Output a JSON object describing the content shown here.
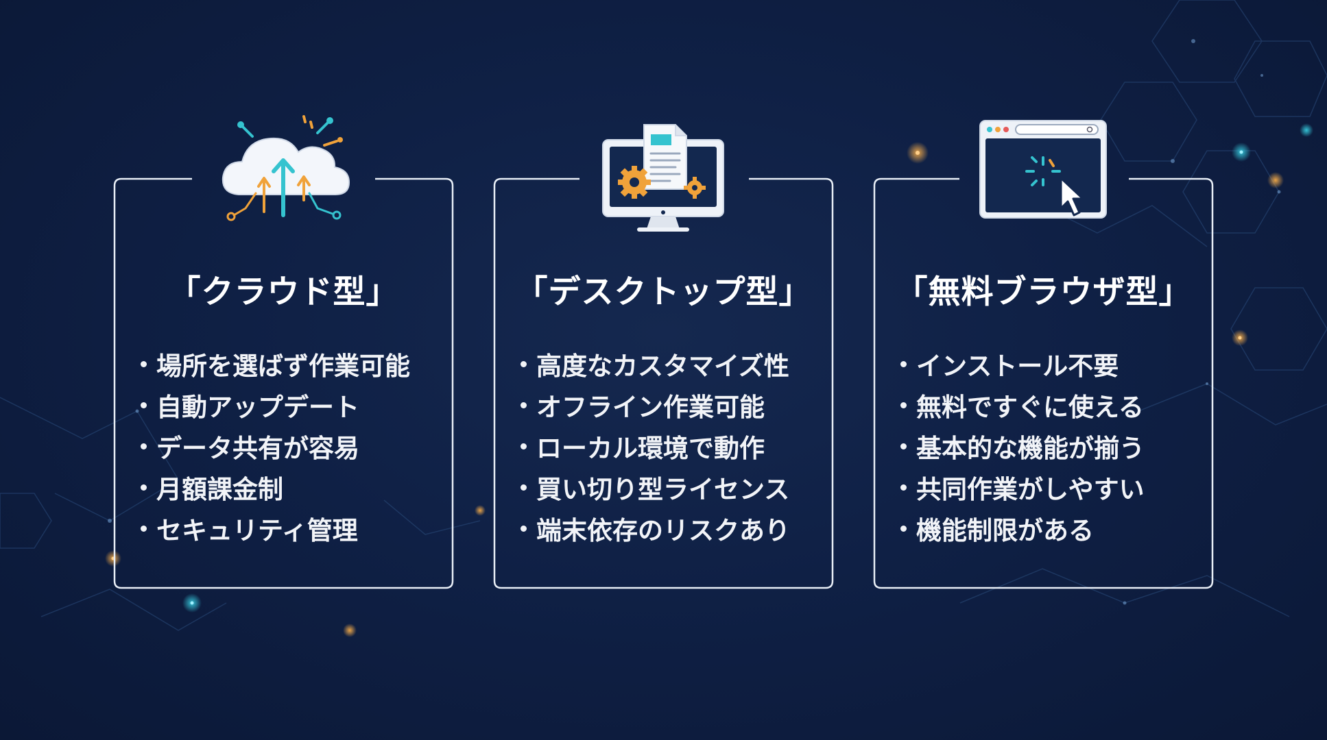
{
  "colors": {
    "background": "#0f2045",
    "card_border": "#e8eef6",
    "text": "#ffffff",
    "accent_cyan": "#35c3cf",
    "accent_orange": "#f0a23a"
  },
  "cards": [
    {
      "icon": "cloud-upload-icon",
      "title": "「クラウド型」",
      "features": [
        "場所を選ばず作業可能",
        "自動アップデート",
        "データ共有が容易",
        "月額課金制",
        "セキュリティ管理"
      ]
    },
    {
      "icon": "desktop-monitor-icon",
      "title": "「デスクトップ型」",
      "features": [
        "高度なカスタマイズ性",
        "オフライン作業可能",
        "ローカル環境で動作",
        "買い切り型ライセンス",
        "端末依存のリスクあり"
      ]
    },
    {
      "icon": "browser-window-icon",
      "title": "「無料ブラウザ型」",
      "features": [
        "インストール不要",
        "無料ですぐに使える",
        "基本的な機能が揃う",
        "共同作業がしやすい",
        "機能制限がある"
      ]
    }
  ]
}
